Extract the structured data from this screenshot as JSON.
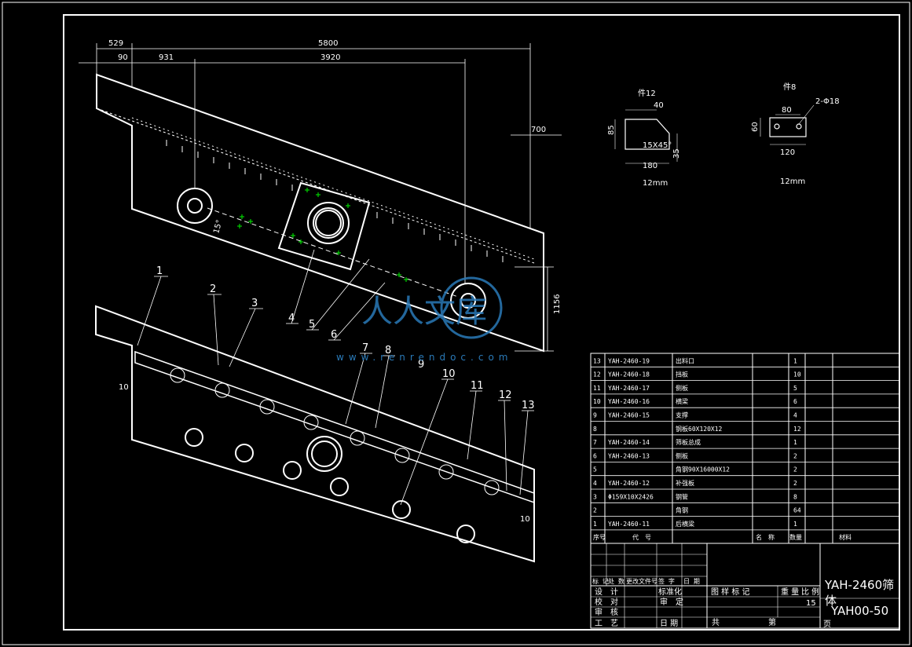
{
  "dimensions": {
    "top": [
      "529",
      "5800",
      "90",
      "931",
      "3920"
    ],
    "right": [
      "700",
      "1156"
    ],
    "angle": "15°",
    "side_small": "10",
    "bottom_small": "10"
  },
  "part_callouts": [
    "1",
    "2",
    "3",
    "4",
    "5",
    "6",
    "7",
    "8",
    "9",
    "10",
    "11",
    "12",
    "13"
  ],
  "detail_views": [
    {
      "title": "件12",
      "dims": [
        "40",
        "85",
        "15X45°",
        "35",
        "180"
      ],
      "thickness": "12mm"
    },
    {
      "title": "件8",
      "dims": [
        "80",
        "2-Φ18",
        "60",
        "120"
      ],
      "thickness": "12mm"
    }
  ],
  "bom": {
    "rows": [
      {
        "no": "13",
        "code": "YAH-2460-19",
        "name": "出料口",
        "qty": "1"
      },
      {
        "no": "12",
        "code": "YAH-2460-18",
        "name": "挡板",
        "qty": "10"
      },
      {
        "no": "11",
        "code": "YAH-2460-17",
        "name": "侧板",
        "qty": "5"
      },
      {
        "no": "10",
        "code": "YAH-2460-16",
        "name": "横梁",
        "qty": "6"
      },
      {
        "no": "9",
        "code": "YAH-2460-15",
        "name": "支撑",
        "qty": "4"
      },
      {
        "no": "8",
        "code": "",
        "name": "钢板60X120X12",
        "qty": "12"
      },
      {
        "no": "7",
        "code": "YAH-2460-14",
        "name": "筛板总成",
        "qty": "1"
      },
      {
        "no": "6",
        "code": "YAH-2460-13",
        "name": "侧板",
        "qty": "2"
      },
      {
        "no": "5",
        "code": "",
        "name": "角钢90X16000X12",
        "qty": "2"
      },
      {
        "no": "4",
        "code": "YAH-2460-12",
        "name": "补强板",
        "qty": "2"
      },
      {
        "no": "3",
        "code": "Φ159X10X2426",
        "name": "钢管",
        "qty": "8"
      },
      {
        "no": "2",
        "code": "",
        "name": "角钢",
        "qty": "64"
      },
      {
        "no": "1",
        "code": "YAH-2460-11",
        "name": "后横梁",
        "qty": "1"
      }
    ],
    "header": {
      "no": "序号",
      "code": "代　号",
      "name": "名　称",
      "qty": "数量",
      "material": "材料"
    }
  },
  "title_block": {
    "row_labels": [
      "标 记",
      "处 数",
      "更改文件号",
      "签 字",
      "日 期"
    ],
    "design": "设　计",
    "standard": "标准化",
    "check": "校　对",
    "review": "审　定",
    "audit": "审　核",
    "process": "工　艺",
    "date": "日 期",
    "stage": "图 样 标 记",
    "weight": "重 量",
    "scale": "比 例",
    "scale_value": "15",
    "total": "共",
    "sheet": "第",
    "page": "页",
    "title": "YAH-2460筛",
    "title2": "体",
    "drawing_no": "YAH00-50"
  },
  "watermark": {
    "text": "www.renrendoc.com",
    "brand": "人人文库"
  },
  "colors": {
    "background": "#000000",
    "line": "#ffffff",
    "accent": "#00d000",
    "watermark": "#2a7ab8"
  }
}
